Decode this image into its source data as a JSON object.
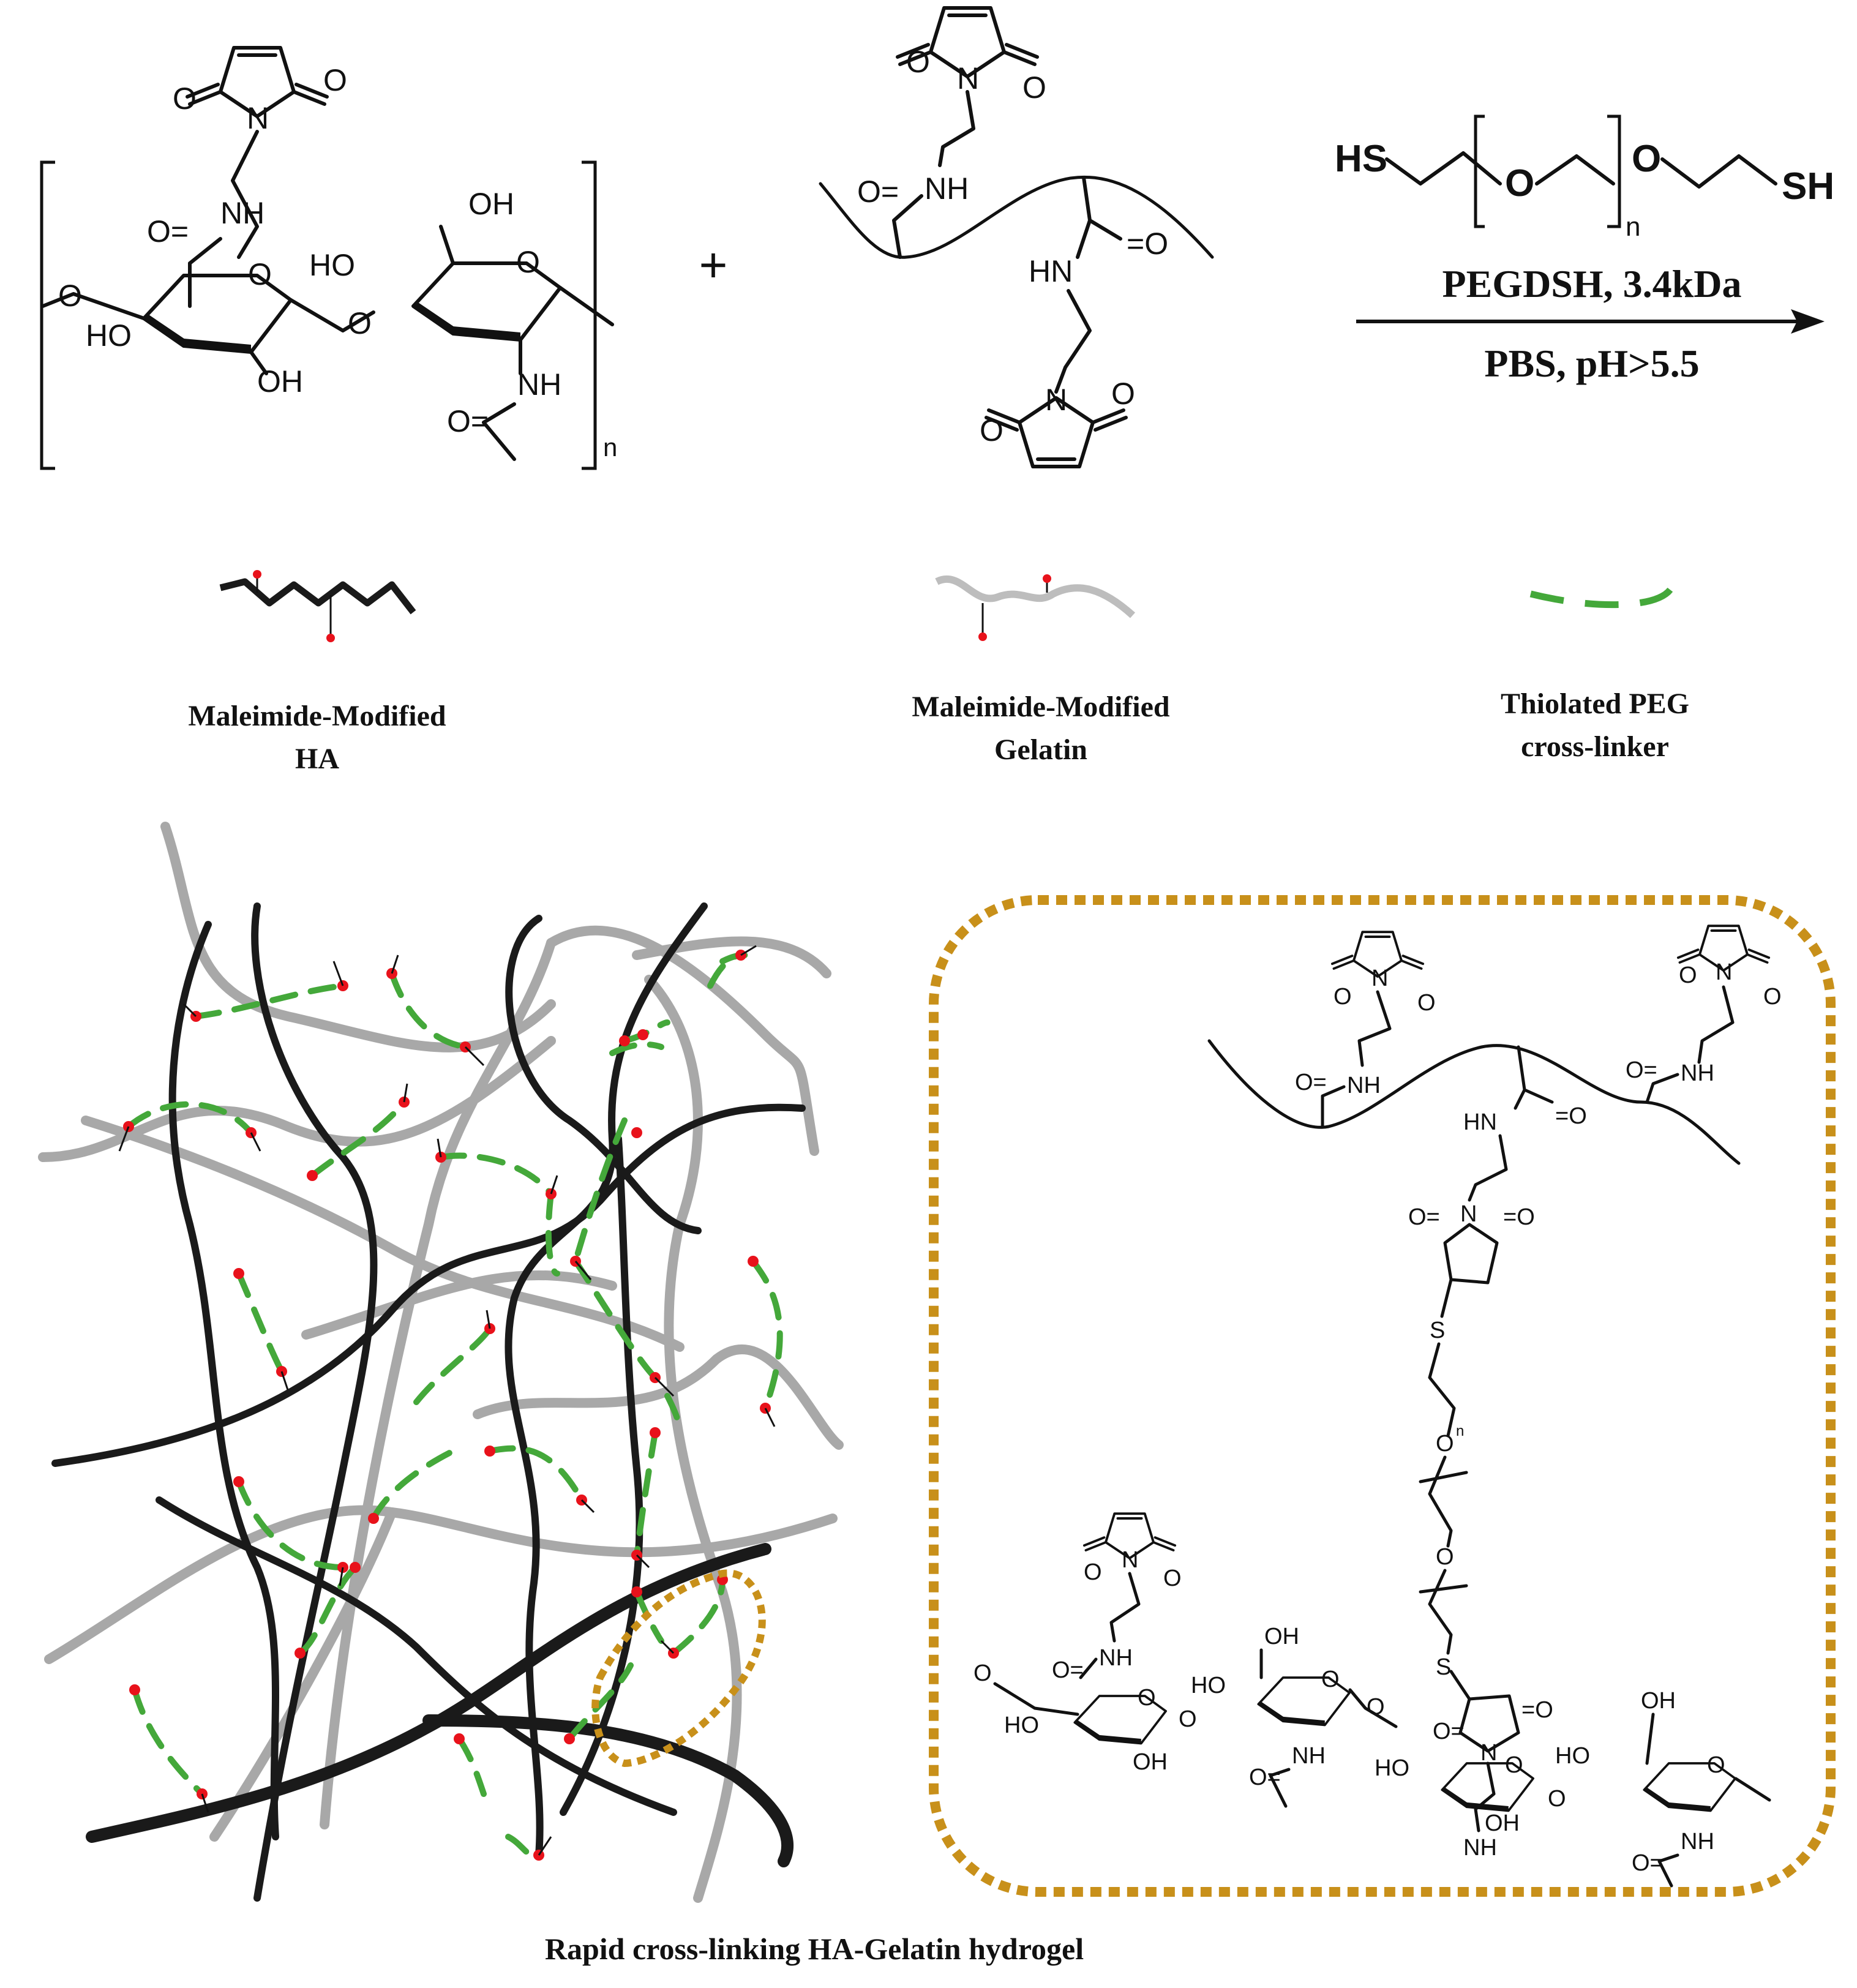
{
  "reaction": {
    "plus_sign": "+",
    "reagent_name": "PEGDSH, 3.4kDa",
    "conditions": "PBS, pH>5.5"
  },
  "atoms": {
    "sh": "SH",
    "hs": "HS",
    "o": "O",
    "oh": "OH",
    "ho": "HO",
    "nh": "NH",
    "hn": "HN",
    "s": "S",
    "n": "N",
    "o_eq": "O=",
    "eq_o": "=O",
    "sub_n": "n"
  },
  "legend": {
    "ha": {
      "line1": "Maleimide-Modified",
      "line2": "HA"
    },
    "gelatin": {
      "line1": "Maleimide-Modified",
      "line2": "Gelatin"
    },
    "peg": {
      "line1": "Thiolated PEG",
      "line2": "cross-linker"
    }
  },
  "caption": "Rapid cross-linking HA-Gelatin hydrogel",
  "colors": {
    "ha_chain": "#1a1a1a",
    "gelatin_chain": "#a8a8a8",
    "peg_crosslinker": "#44a83a",
    "maleimide_dot": "#e8121b",
    "highlight_box": "#c8901a",
    "text": "#111111"
  },
  "icons": {
    "arrow": "reaction-arrow-icon",
    "maleimide_marker": "red-dot-icon"
  }
}
